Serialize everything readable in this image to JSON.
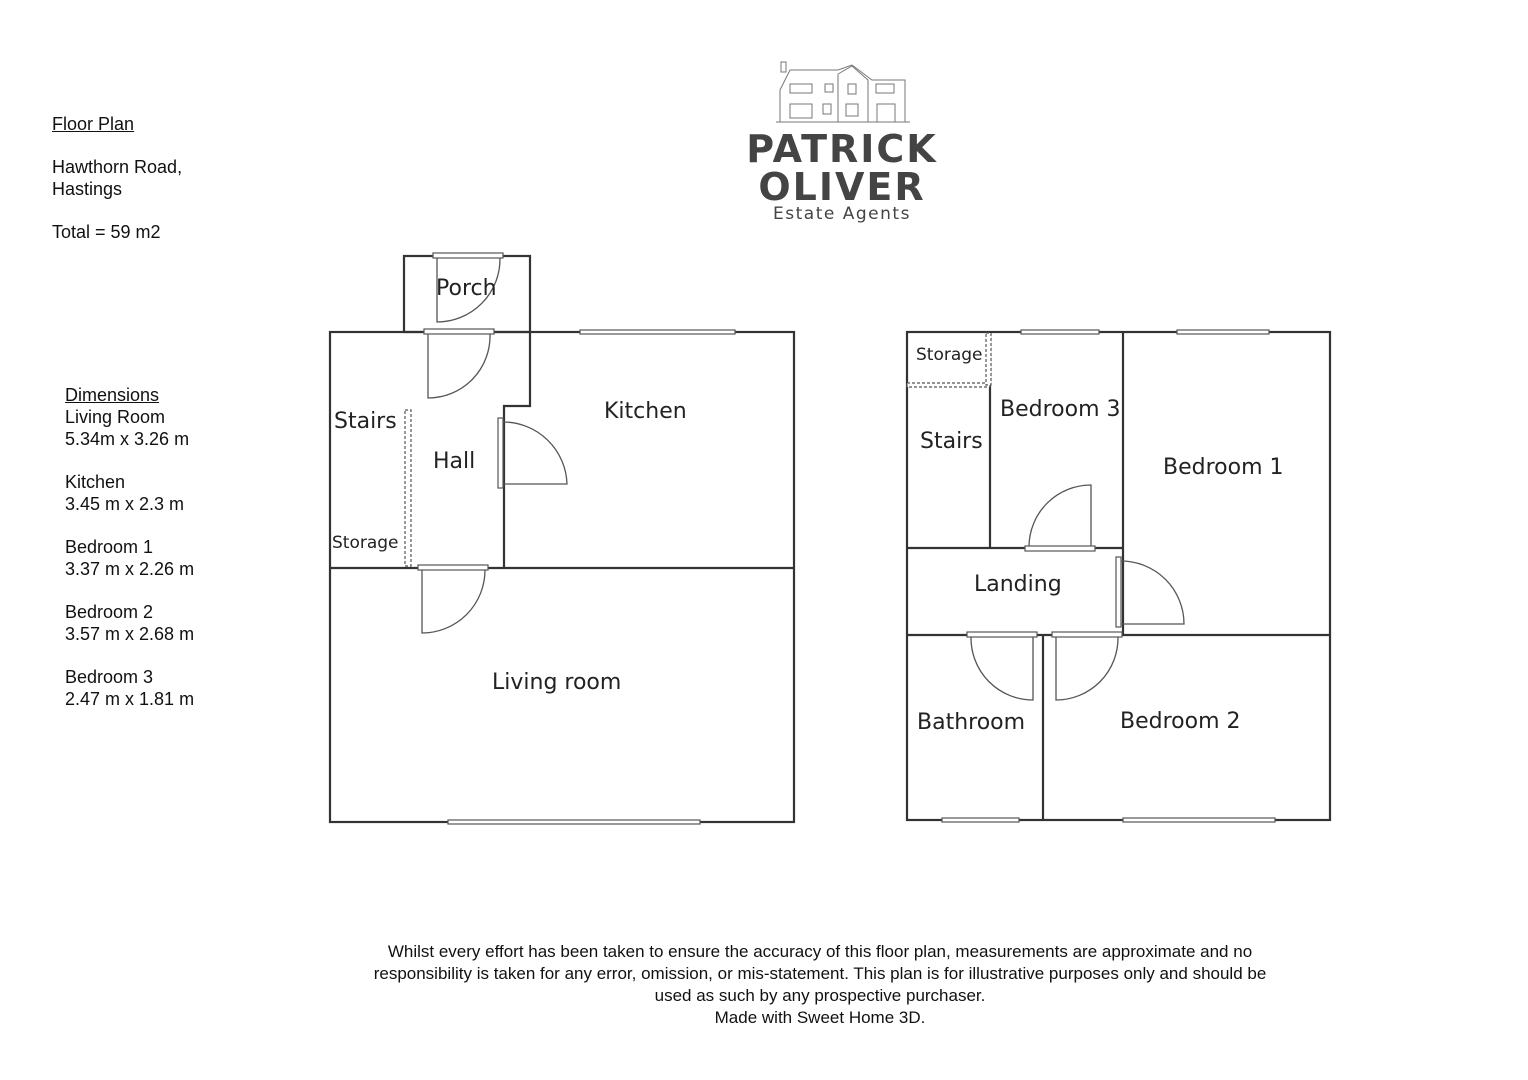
{
  "header": {
    "title": "Floor Plan",
    "address_line1": "Hawthorn Road,",
    "address_line2": "Hastings",
    "total": "Total =  59 m2"
  },
  "logo": {
    "line1": "PATRICK",
    "line2": "OLIVER",
    "line3": "Estate Agents"
  },
  "dimensions": {
    "heading": "Dimensions",
    "items": [
      {
        "room": "Living Room",
        "size": "5.34m x 3.26 m"
      },
      {
        "room": "Kitchen",
        "size": "3.45 m x 2.3 m"
      },
      {
        "room": "Bedroom 1",
        "size": "3.37 m x 2.26 m"
      },
      {
        "room": "Bedroom 2",
        "size": "3.57 m x 2.68 m"
      },
      {
        "room": "Bedroom 3",
        "size": "2.47 m x 1.81 m"
      }
    ]
  },
  "ground_floor": {
    "porch": "Porch",
    "stairs": "Stairs",
    "storage": "Storage",
    "hall": "Hall",
    "kitchen": "Kitchen",
    "living": "Living room"
  },
  "first_floor": {
    "storage": "Storage",
    "stairs": "Stairs",
    "bedroom3": "Bedroom 3",
    "bedroom1": "Bedroom 1",
    "landing": "Landing",
    "bathroom": "Bathroom",
    "bedroom2": "Bedroom 2"
  },
  "disclaimer": {
    "line1": "Whilst every effort has been taken to ensure the accuracy of this floor plan, measurements are approximate and no",
    "line2": "responsibility is taken for any error, omission, or mis-statement. This plan is for illustrative purposes only and should be",
    "line3": "used as such by any prospective purchaser.",
    "line4": "Made with Sweet Home 3D."
  }
}
